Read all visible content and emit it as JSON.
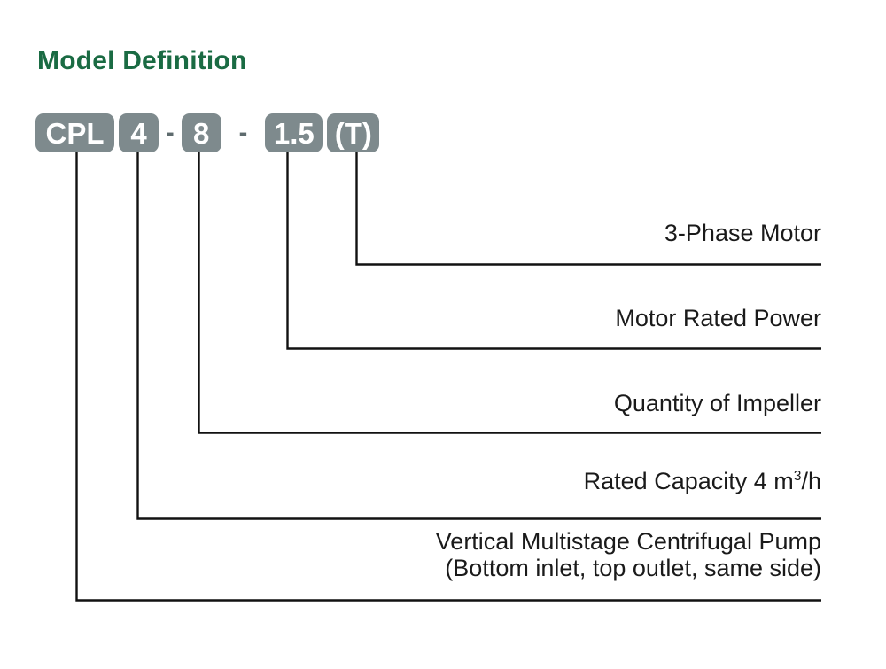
{
  "title": "Model Definition",
  "accent_color": "#1a6b43",
  "badge_color": "#7e8a8d",
  "line_color": "#000000",
  "model_code": {
    "segments": [
      {
        "id": "series",
        "text": "CPL",
        "type": "badge"
      },
      {
        "id": "sep1",
        "text": "",
        "type": "gap"
      },
      {
        "id": "capacity",
        "text": "4",
        "type": "badge"
      },
      {
        "id": "dash1",
        "text": "-",
        "type": "dash"
      },
      {
        "id": "stages",
        "text": "8",
        "type": "badge"
      },
      {
        "id": "dash2",
        "text": "-",
        "type": "dash"
      },
      {
        "id": "power",
        "text": "1.5",
        "type": "badge"
      },
      {
        "id": "sep2",
        "text": "",
        "type": "gap"
      },
      {
        "id": "phase",
        "text": "(T)",
        "type": "badge"
      }
    ]
  },
  "legend": [
    {
      "id": "phase",
      "text": "3-Phase Motor",
      "line1": "3-Phase Motor",
      "line2": ""
    },
    {
      "id": "power",
      "text": "Motor Rated Power",
      "line1": "Motor Rated Power",
      "line2": ""
    },
    {
      "id": "stages",
      "text": "Quantity of Impeller",
      "line1": "Quantity of Impeller",
      "line2": ""
    },
    {
      "id": "capacity",
      "text_prefix": "Rated Capacity  4 m",
      "text_sup": "3",
      "text_suffix": "/h"
    },
    {
      "id": "series",
      "line1": "Vertical Multistage Centrifugal Pump",
      "line2": "(Bottom inlet, top outlet, same side)"
    }
  ]
}
